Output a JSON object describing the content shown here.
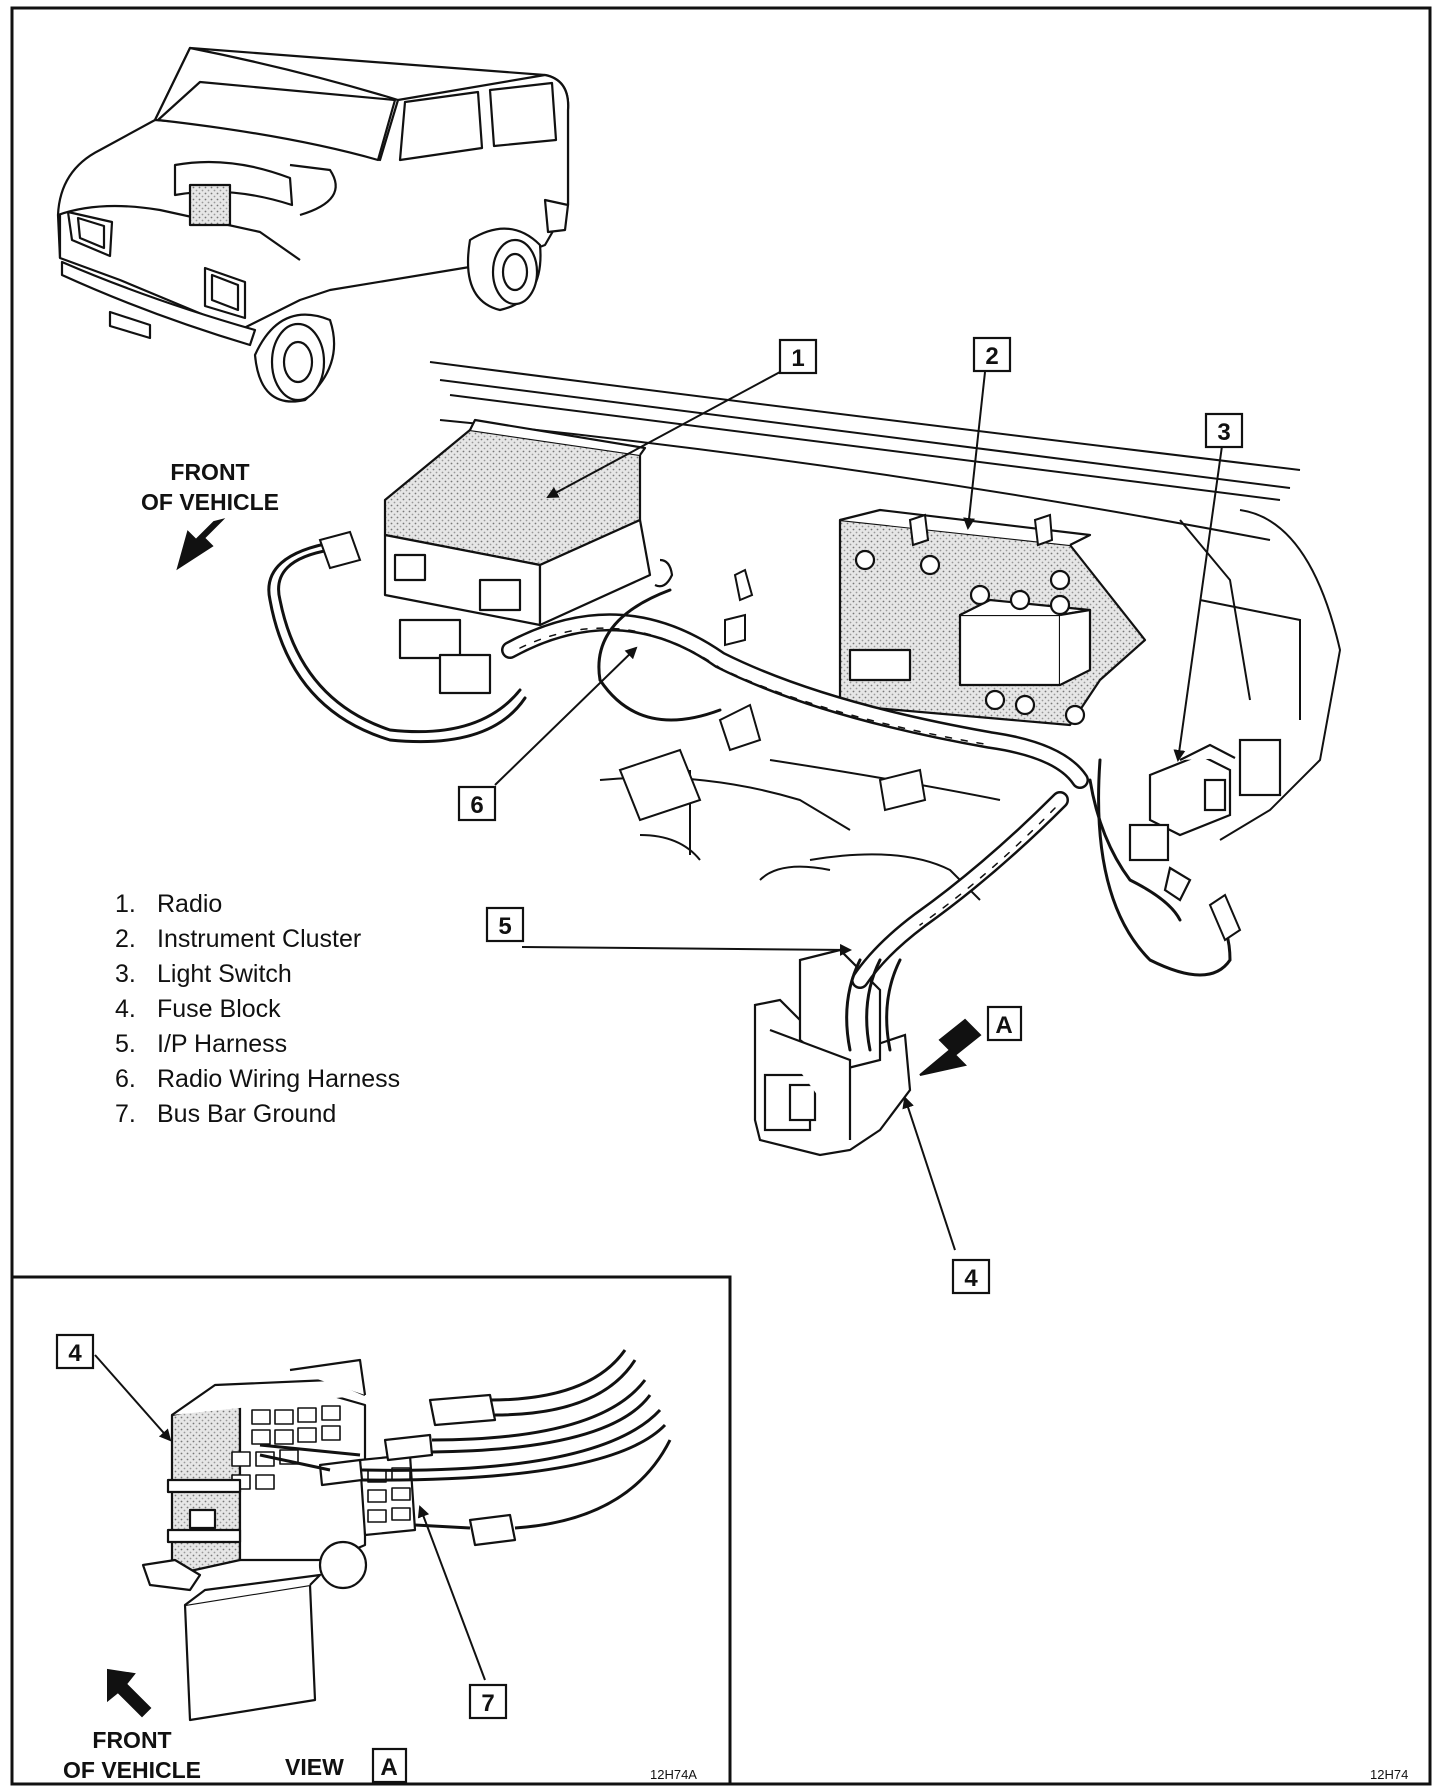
{
  "callouts": [
    "1",
    "2",
    "3",
    "4",
    "5",
    "6",
    "7"
  ],
  "legend": [
    {
      "num": "1.",
      "text": "Radio"
    },
    {
      "num": "2.",
      "text": "Instrument Cluster"
    },
    {
      "num": "3.",
      "text": "Light Switch"
    },
    {
      "num": "4.",
      "text": "Fuse Block"
    },
    {
      "num": "5.",
      "text": "I/P Harness"
    },
    {
      "num": "6.",
      "text": "Radio Wiring Harness"
    },
    {
      "num": "7.",
      "text": "Bus Bar Ground"
    }
  ],
  "front_label": {
    "line1": "FRONT",
    "line2": "OF VEHICLE"
  },
  "view_label": {
    "prefix": "VIEW",
    "letter": "A"
  },
  "view_ref_letter": "A",
  "codes": {
    "main": "12H74",
    "inset": "12H74A"
  }
}
